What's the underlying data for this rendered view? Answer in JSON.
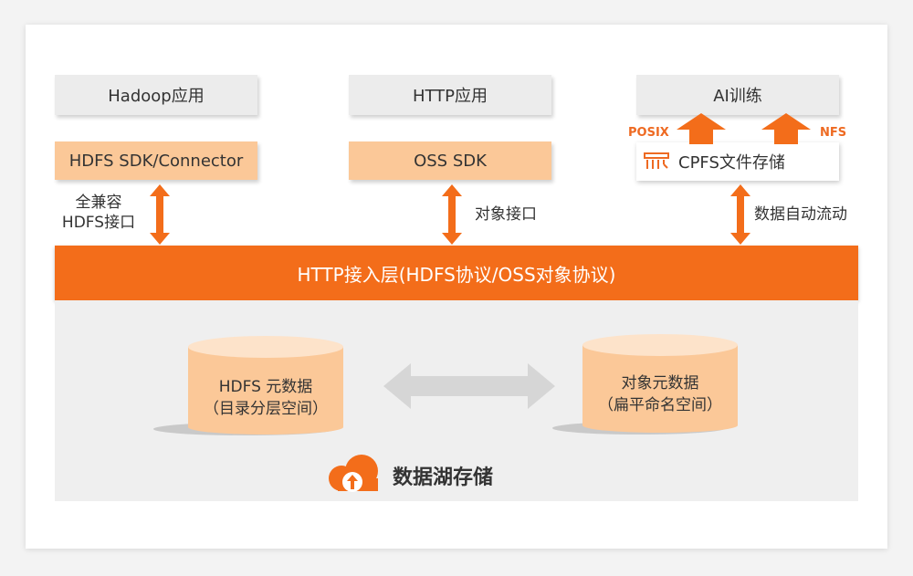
{
  "apps": {
    "hadoop": "Hadoop应用",
    "http": "HTTP应用",
    "ai": "AI训练"
  },
  "sdks": {
    "hdfs": "HDFS SDK/Connector",
    "oss": "OSS SDK",
    "cpfs": "CPFS文件存储"
  },
  "protocols": {
    "posix": "POSIX",
    "nfs": "NFS"
  },
  "links": {
    "hdfs_compat_line1": "全兼容",
    "hdfs_compat_line2": "HDFS接口",
    "object_api": "对象接口",
    "data_flow": "数据自动流动"
  },
  "http_layer": "HTTP接入层(HDFS协议/OSS对象协议)",
  "storage": {
    "hdfs_meta_line1": "HDFS 元数据",
    "hdfs_meta_line2": "（目录分层空间）",
    "obj_meta_line1": "对象元数据",
    "obj_meta_line2": "（扁平命名空间）",
    "lake_title": "数据湖存储"
  },
  "colors": {
    "orange": "#f36d1a",
    "light_orange": "#fbc898",
    "gray": "#ececec"
  }
}
